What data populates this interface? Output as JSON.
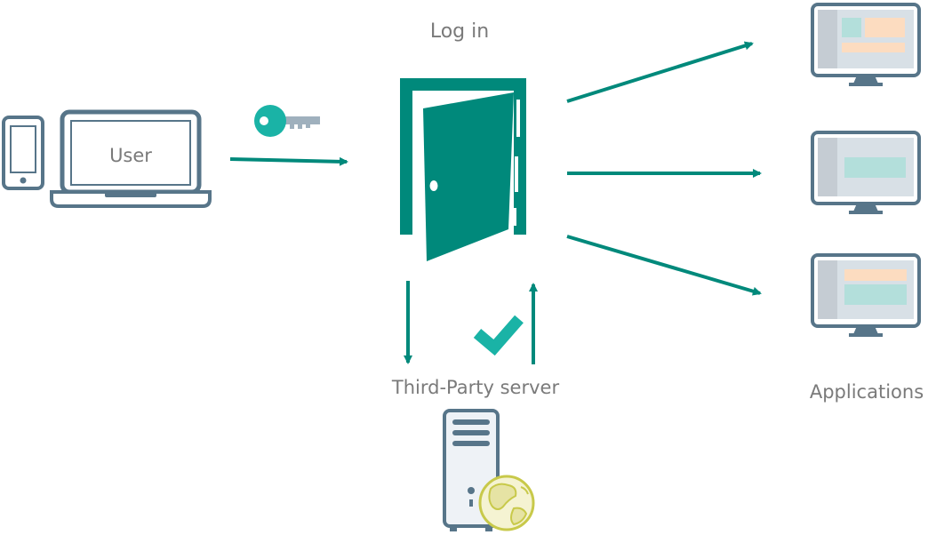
{
  "diagram": {
    "title": "Log in",
    "user_label": "User",
    "server_label": "Third-Party server",
    "applications_label": "Applications"
  },
  "colors": {
    "teal": "#00897b",
    "light_teal": "#1ab3a6",
    "device_outline": "#577589",
    "screen_fill": "#d8e0e6",
    "sidebar_gray": "#c5ccd3",
    "panel_teal": "#b3dfdb",
    "panel_peach": "#fcdcc0",
    "key_gray": "#9fb0bd",
    "globe_yellow": "#c8c94a"
  }
}
